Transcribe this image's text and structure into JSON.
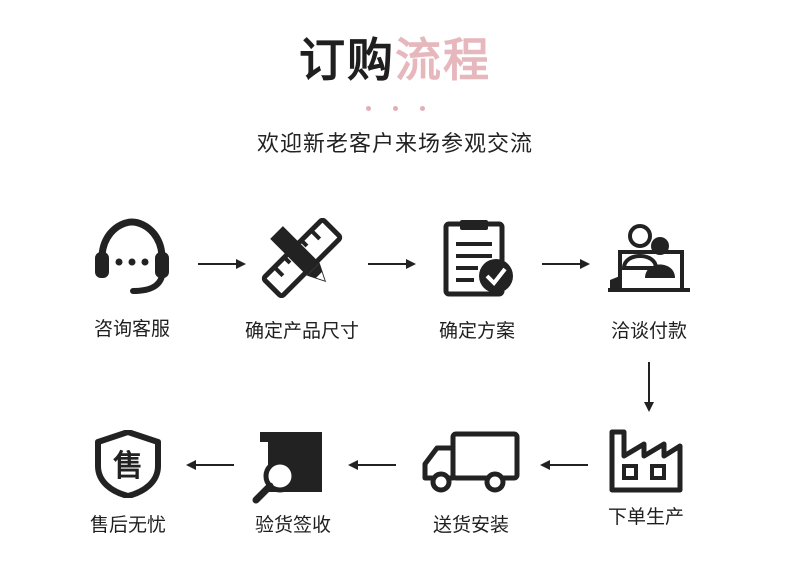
{
  "title": {
    "part1": "订购",
    "part2": "流程"
  },
  "subtitle": "欢迎新老客户来场参观交流",
  "steps": [
    {
      "label": "咨询客服",
      "icon": "headset-icon"
    },
    {
      "label": "确定产品尺寸",
      "icon": "pencil-ruler-icon"
    },
    {
      "label": "确定方案",
      "icon": "clipboard-check-icon"
    },
    {
      "label": "洽谈付款",
      "icon": "meeting-people-icon"
    },
    {
      "label": "下单生产",
      "icon": "factory-icon"
    },
    {
      "label": "送货安装",
      "icon": "truck-icon"
    },
    {
      "label": "验货签收",
      "icon": "box-search-icon"
    },
    {
      "label": "售后无忧",
      "icon": "shield-icon",
      "icon_text": "售"
    }
  ],
  "colors": {
    "icon": "#222222",
    "accent": "#e6b8bd"
  }
}
